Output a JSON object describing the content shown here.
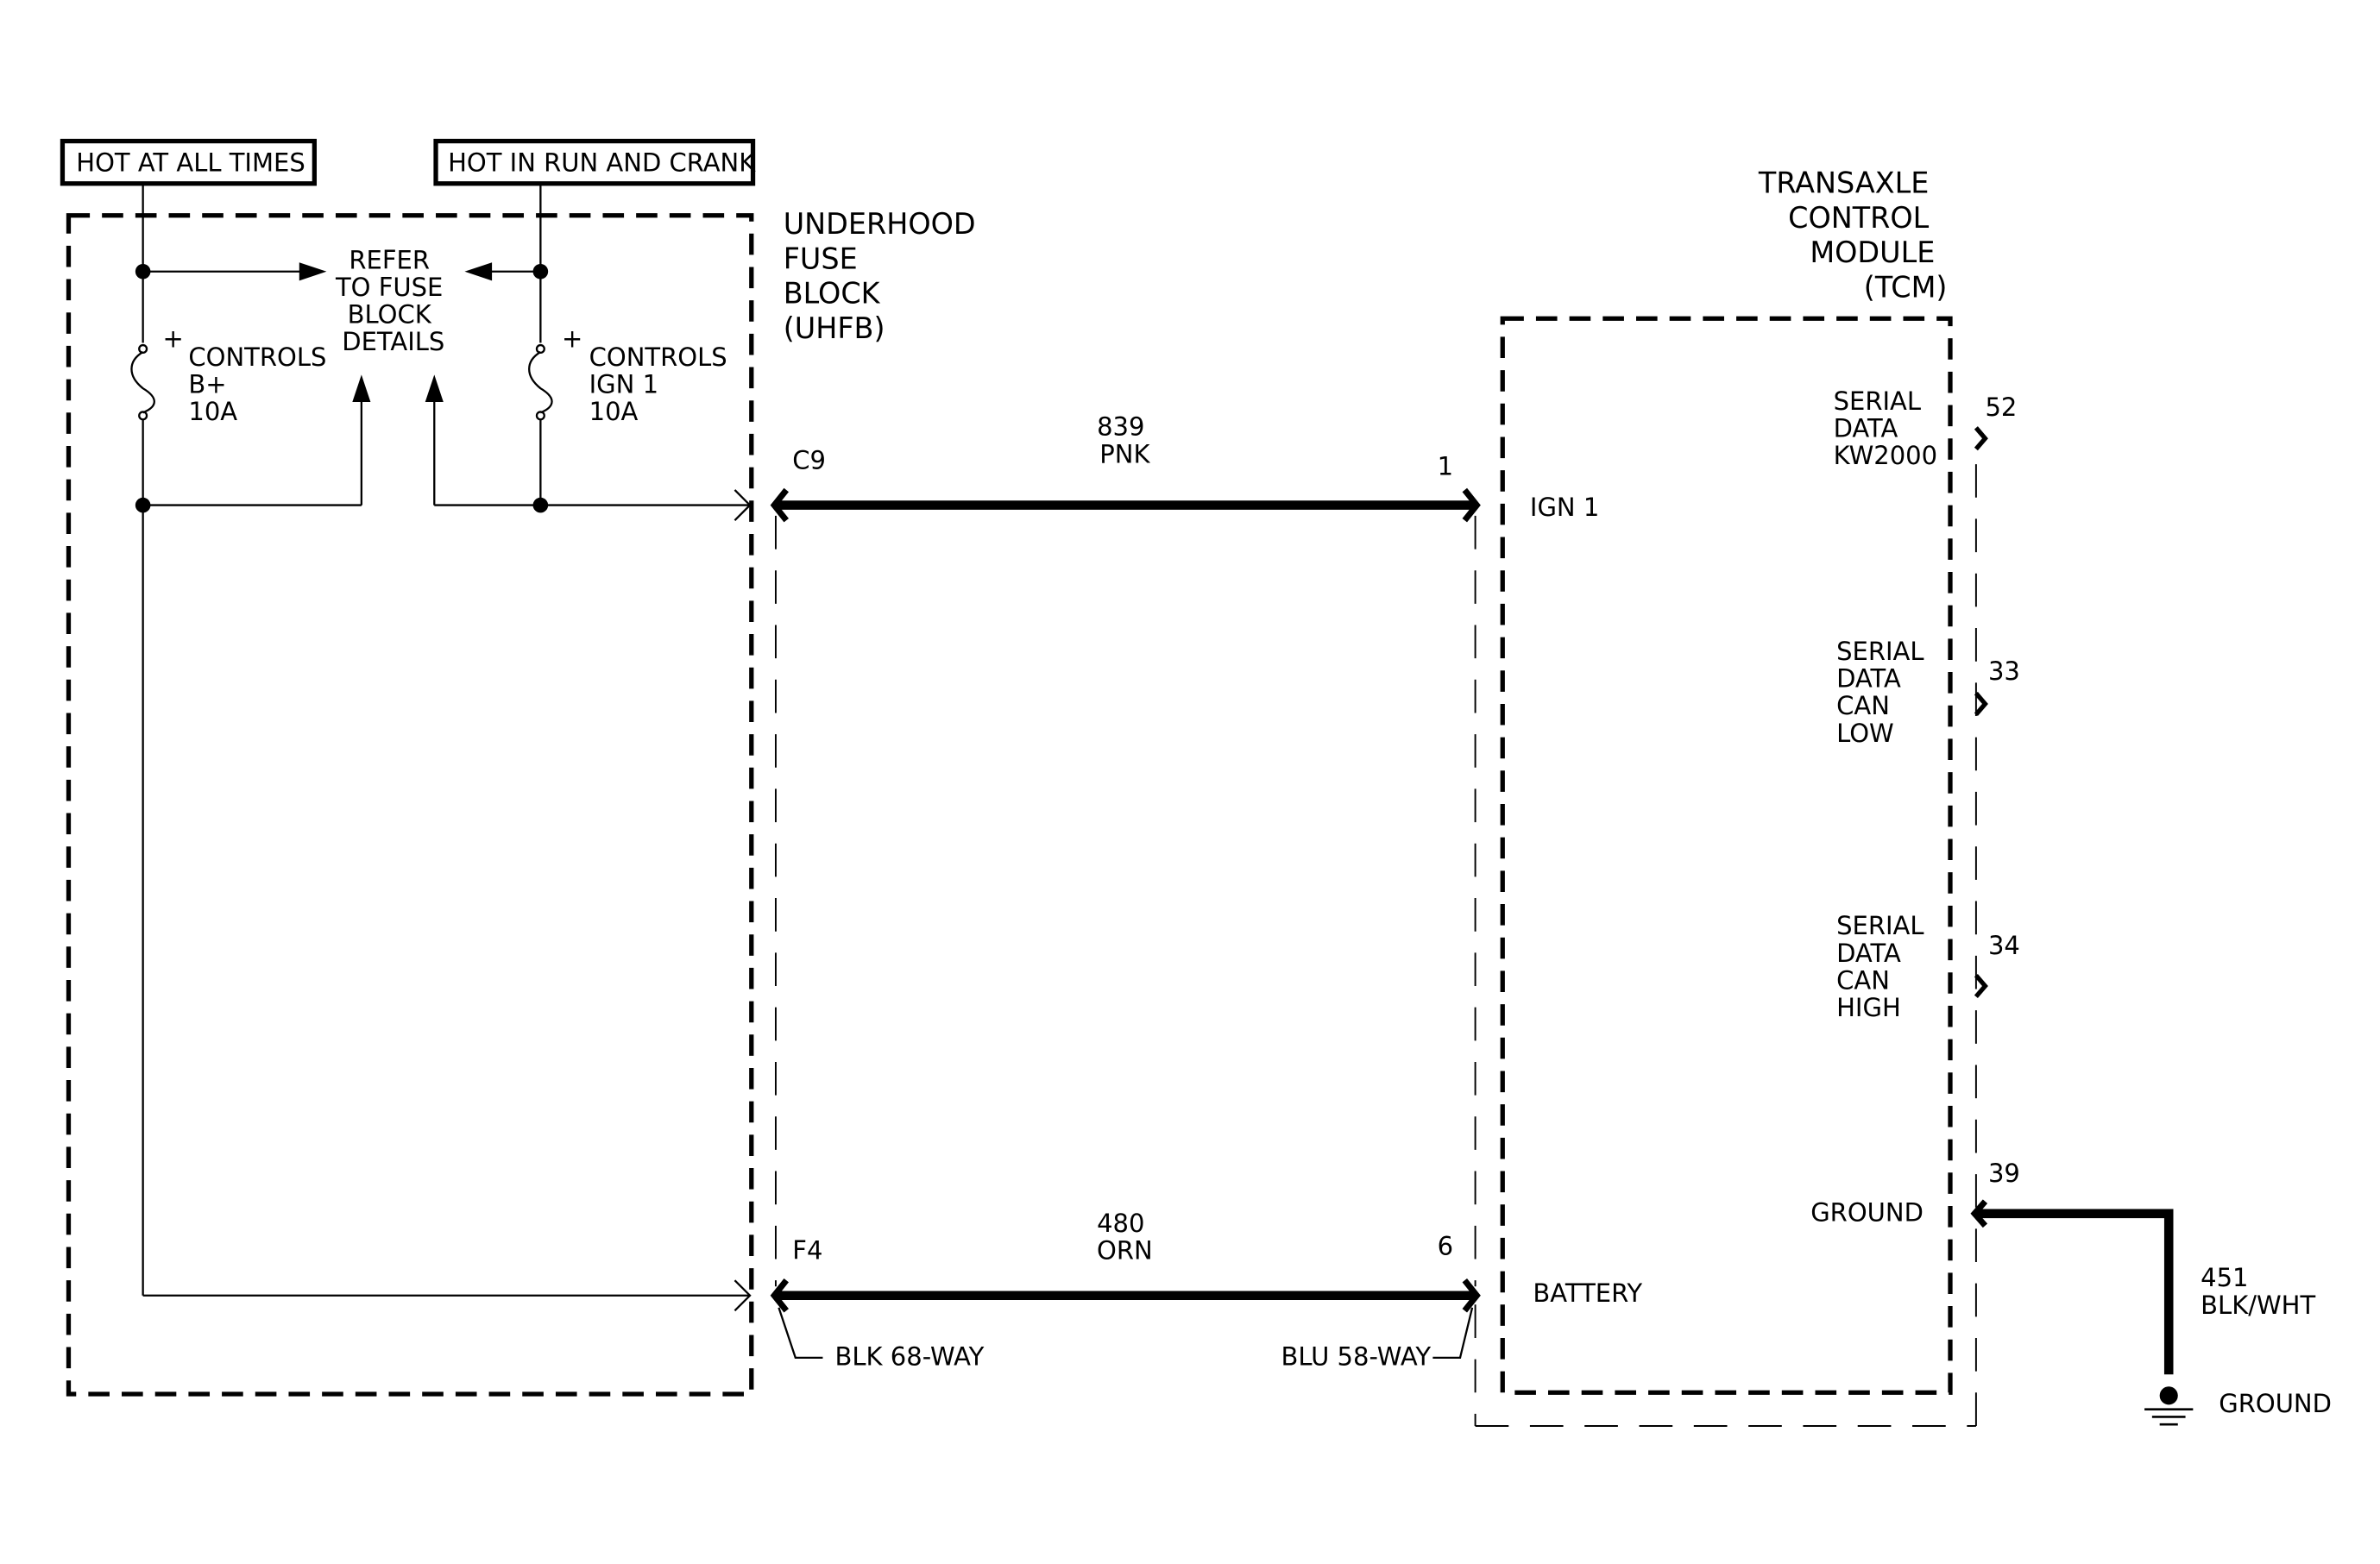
{
  "power": {
    "hot_at_all_times": "HOT AT ALL TIMES",
    "hot_in_run_and_crank": "HOT IN RUN AND CRANK"
  },
  "fuse_block": {
    "title": [
      "UNDERHOOD",
      "FUSE",
      "BLOCK",
      "(UHFB)"
    ],
    "refer": [
      "REFER",
      "TO FUSE",
      "BLOCK",
      "DETAILS"
    ],
    "fuse_left": {
      "plus": "+",
      "lines": [
        "CONTROLS",
        "B+",
        "10A"
      ]
    },
    "fuse_right": {
      "plus": "+",
      "lines": [
        "CONTROLS",
        "IGN 1",
        "10A"
      ]
    },
    "connector_top": "C9",
    "connector_bottom": "F4",
    "connector_label": "BLK 68-WAY"
  },
  "wires": {
    "top": {
      "circuit": "839",
      "color": "PNK",
      "pin": "1"
    },
    "bottom": {
      "circuit": "480",
      "color": "ORN",
      "pin": "6"
    },
    "ground": {
      "circuit": "451",
      "color": "BLK/WHT"
    }
  },
  "tcm": {
    "title": [
      "TRANSAXLE",
      "CONTROL",
      "MODULE",
      "(TCM)"
    ],
    "connector_label": "BLU 58-WAY",
    "ign1": "IGN 1",
    "battery": "BATTERY",
    "pins": [
      {
        "lines": [
          "SERIAL",
          "DATA",
          "KW2000"
        ],
        "pin": "52"
      },
      {
        "lines": [
          "SERIAL",
          "DATA",
          "CAN",
          "LOW"
        ],
        "pin": "33"
      },
      {
        "lines": [
          "SERIAL",
          "DATA",
          "CAN",
          "HIGH"
        ],
        "pin": "34"
      },
      {
        "lines": [
          "GROUND"
        ],
        "pin": "39"
      }
    ]
  },
  "ground_label": "GROUND"
}
